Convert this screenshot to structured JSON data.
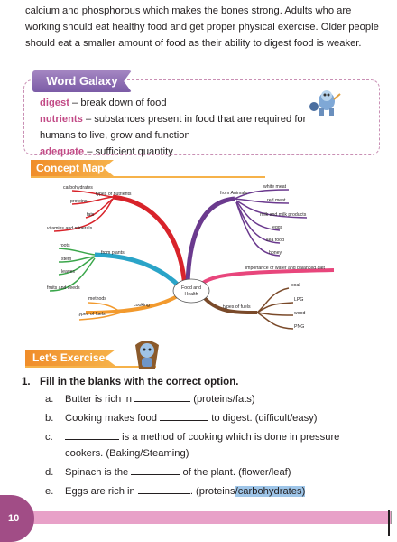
{
  "intro_paragraph": "calcium and phosphorous which makes the bones strong. Adults who are working should eat healthy food and get proper physical exercise. Older people should eat a smaller amount of food as their ability to digest food is weaker.",
  "word_galaxy": {
    "title": "Word Galaxy",
    "entries": [
      {
        "term": "digest",
        "definition": " – break down of food"
      },
      {
        "term": "nutrients",
        "definition": " – substances present in food that are required for"
      },
      {
        "term": "",
        "definition": "humans to live, grow and function"
      },
      {
        "term": "adequate",
        "definition": " – sufficient quantity"
      }
    ]
  },
  "concept_map": {
    "tab_label": "Concept Map",
    "center": [
      "Food and",
      "Health"
    ],
    "branches": {
      "types_of_nutrients": "types of nutrients",
      "from_animals": "from Animals",
      "from_plants": "from plants",
      "importance": "importance of water and balanced diet",
      "cooking": "cooking",
      "types_of_fuels_left": "types of fuels",
      "types_of_fuels_right": "types of fuels",
      "methods": "methods"
    },
    "nutrients": [
      "carbohydrates",
      "proteins",
      "fats",
      "vitamins and minerals"
    ],
    "animal_foods": [
      "white meat",
      "red meat",
      "milk and milk products",
      "eggs",
      "sea food",
      "honey"
    ],
    "plant_parts": [
      "roots",
      "stem",
      "leaves",
      "fruits and seeds"
    ],
    "fuels": [
      "coal",
      "LPG",
      "wood",
      "PNG"
    ]
  },
  "exercise": {
    "tab_label": "Let's Exercise",
    "question_number": "1.",
    "question_title": "Fill in the blanks with the correct option.",
    "items": [
      {
        "letter": "a.",
        "before": "Butter is rich in ",
        "after": " (proteins/fats)"
      },
      {
        "letter": "b.",
        "before": "Cooking makes food ",
        "after": " to digest. (difficult/easy)"
      },
      {
        "letter": "c.",
        "before": "",
        "after": " is a method of cooking which is done in pressure cookers. (Baking/Steaming)"
      },
      {
        "letter": "d.",
        "before": "Spinach is the ",
        "after": " of the plant. (flower/leaf)"
      },
      {
        "letter": "e.",
        "before": "Eggs are rich in ",
        "after": ". (proteins",
        "highlight": "/carbohydrates)"
      }
    ]
  },
  "page_number": "10",
  "colors": {
    "word_galaxy_tab": "#8e6bb5",
    "term_pink": "#c24a86",
    "orange_tab": "#f39a2f",
    "footer_pink": "#e8a1c8",
    "page_badge": "#a14d86",
    "highlight": "#9ec5e8"
  }
}
